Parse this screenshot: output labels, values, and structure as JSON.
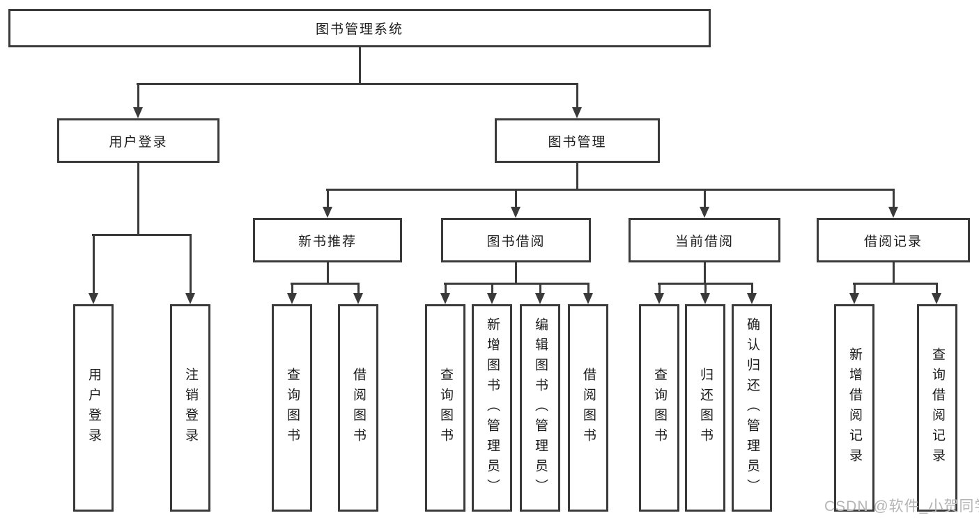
{
  "diagram": {
    "root": {
      "label": "图书管理系统"
    },
    "level2": {
      "user_login": {
        "label": "用户登录"
      },
      "book_mgmt": {
        "label": "图书管理"
      }
    },
    "level3": {
      "new_books": {
        "label": "新书推荐"
      },
      "borrowing": {
        "label": "图书借阅"
      },
      "current": {
        "label": "当前借阅"
      },
      "records": {
        "label": "借阅记录"
      }
    },
    "leaves": {
      "user_login": [
        "用户登录",
        "注销登录"
      ],
      "new_books": [
        "查询图书",
        "借阅图书"
      ],
      "borrowing": [
        "查询图书",
        "新增图书（管理员）",
        "编辑图书（管理员）",
        "借阅图书"
      ],
      "current": [
        "查询图书",
        "归还图书",
        "确认归还（管理员）"
      ],
      "records": [
        "新增借阅记录",
        "查询借阅记录"
      ]
    }
  },
  "watermark": {
    "text": "CSDN @软件_小贺同学"
  },
  "colors": {
    "line": "#3a3a3a",
    "text": "#1a1a1a",
    "watermark": "#b5b5b5",
    "background": "#ffffff"
  }
}
